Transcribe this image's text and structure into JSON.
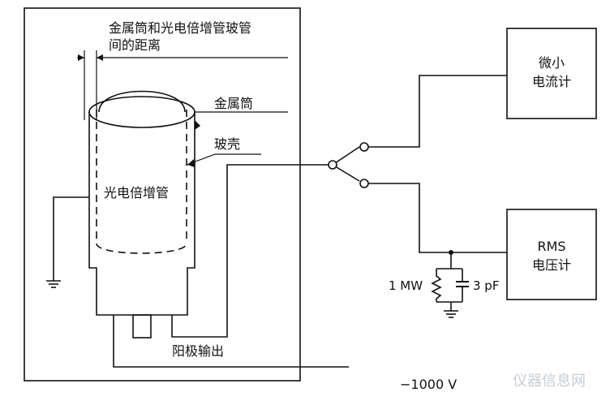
{
  "labels": {
    "gap_line1": "金属筒和光电倍增管玻管",
    "gap_line2": "间的距离",
    "metal_tube": "金属筒",
    "glass_shell": "玻壳",
    "pmt": "光电倍增管",
    "anode_output": "阳极输出",
    "microammeter_line1": "微小",
    "microammeter_line2": "电流计",
    "rms_line1": "RMS",
    "rms_line2": "电压计",
    "resistor": "1 MW",
    "capacitor": "3 pF",
    "hv": "−1000 V"
  },
  "watermark": "仪器信息网"
}
